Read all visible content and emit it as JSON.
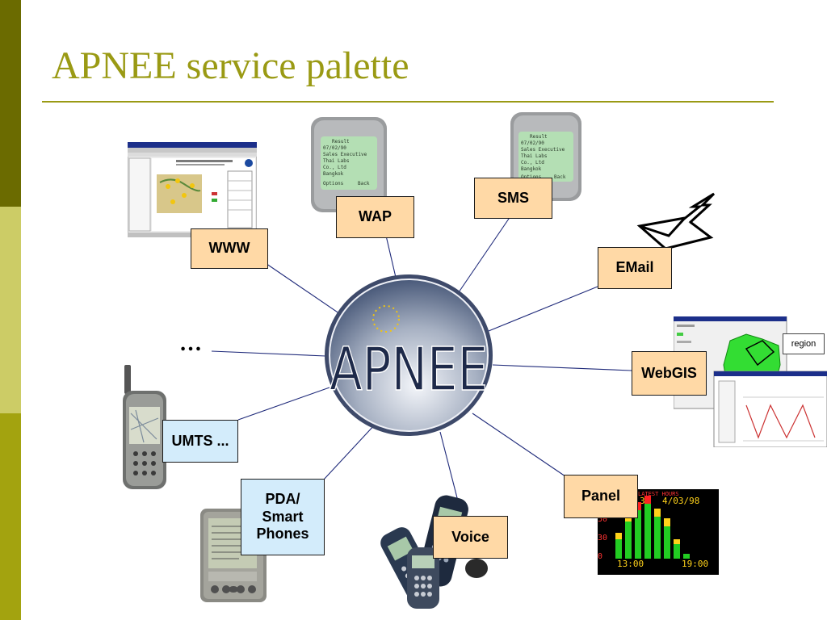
{
  "slide": {
    "title": "APNEE service palette",
    "colors": {
      "title": "#9a9a14",
      "sidebar_dark": "#6b6b00",
      "sidebar_light": "#cccc66",
      "sidebar_mid": "#a3a30f"
    }
  },
  "center": {
    "logo_text": "APNEE"
  },
  "services": {
    "www": "WWW",
    "wap": "WAP",
    "sms": "SMS",
    "email": "EMail",
    "webgis": "WebGIS",
    "panel": "Panel",
    "voice": "Voice",
    "pda": "PDA/ Smart Phones",
    "umts": "UMTS ...",
    "more": "…"
  },
  "webgis_callout": "region",
  "panel_display": {
    "header": "LATEST HOURS",
    "date": "4/03/98",
    "time_start": "13:00",
    "time_end": "19:00",
    "axis": [
      "50",
      "30",
      "0"
    ]
  },
  "icons": [
    "www-screenshot-image",
    "wap-phone-image",
    "sms-phone-image",
    "email-envelope-icon",
    "webgis-screenshot-image",
    "panel-display-image",
    "voice-phones-image",
    "pda-device-image",
    "umts-phone-image"
  ]
}
